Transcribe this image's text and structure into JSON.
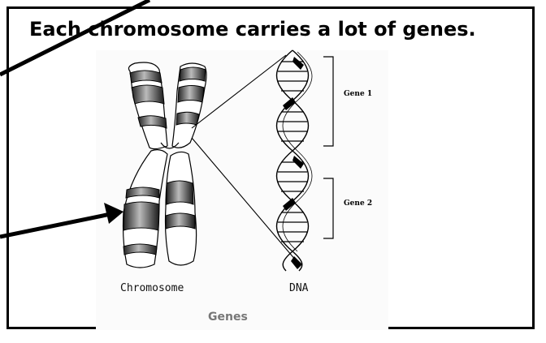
{
  "heading": "Each chromosome carries a lot of genes.",
  "labels": {
    "chromosome": "Chromosome",
    "dna": "DNA",
    "caption": "Genes",
    "gene1": "Gene 1",
    "gene2": "Gene 2"
  }
}
